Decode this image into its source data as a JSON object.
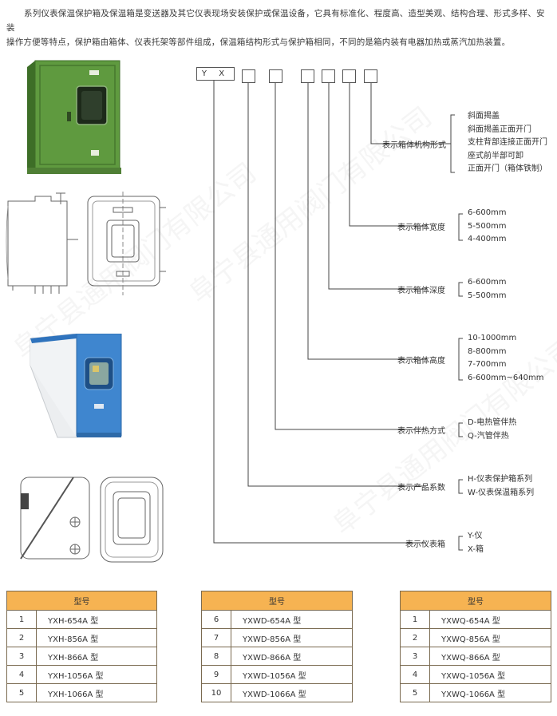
{
  "intro": {
    "line1": "系列仪表保温保护箱及保温箱是变送器及其它仪表现场安装保护或保温设备，它具有标准化、程度高、造型美观、结构合理、形式多样、安装",
    "line2": "操作方便等特点，保护箱由箱体、仪表托架等部件组成，保温箱结构形式与保护箱相同，不同的是箱内装有电器加热或蒸汽加热装置。"
  },
  "watermark": "阜宁县通用阀门有限公司",
  "code": {
    "prefix": "Y X"
  },
  "legend": [
    {
      "label": "表示箱体机构形式",
      "options": [
        "斜面揭盖",
        "斜面揭盖正面开门",
        "支柱背部连接正面开门",
        "座式前半部可卸",
        "正面开门（箱体铁制）"
      ]
    },
    {
      "label": "表示箱体宽度",
      "options": [
        "6-600mm",
        "5-500mm",
        "4-400mm"
      ]
    },
    {
      "label": "表示箱体深度",
      "options": [
        "6-600mm",
        "5-500mm"
      ]
    },
    {
      "label": "表示箱体高度",
      "options": [
        "10-1000mm",
        "8-800mm",
        "7-700mm",
        "6-600mm~640mm"
      ]
    },
    {
      "label": "表示伴热方式",
      "options": [
        "D-电热管伴热",
        "Q-汽管伴热"
      ]
    },
    {
      "label": "表示产品系数",
      "options": [
        "H-仪表保护箱系列",
        "W-仪表保温箱系列"
      ]
    },
    {
      "label": "表示仪表箱",
      "options": [
        "Y-仪",
        "X-箱"
      ]
    }
  ],
  "tables": [
    {
      "header": "型号",
      "rows": [
        [
          "1",
          "YXH-654A 型"
        ],
        [
          "2",
          "YXH-856A 型"
        ],
        [
          "3",
          "YXH-866A 型"
        ],
        [
          "4",
          "YXH-1056A 型"
        ],
        [
          "5",
          "YXH-1066A 型"
        ]
      ]
    },
    {
      "header": "型号",
      "rows": [
        [
          "6",
          "YXWD-654A 型"
        ],
        [
          "7",
          "YXWD-856A 型"
        ],
        [
          "8",
          "YXWD-866A 型"
        ],
        [
          "9",
          "YXWD-1056A 型"
        ],
        [
          "10",
          "YXWD-1066A 型"
        ]
      ]
    },
    {
      "header": "型号",
      "rows": [
        [
          "1",
          "YXWQ-654A 型"
        ],
        [
          "2",
          "YXWQ-856A 型"
        ],
        [
          "3",
          "YXWQ-866A 型"
        ],
        [
          "4",
          "YXWQ-1056A 型"
        ],
        [
          "5",
          "YXWQ-1066A 型"
        ]
      ]
    }
  ],
  "colors": {
    "header_bg": "#f6b352",
    "green_box": "#5f9a3f",
    "blue_box": "#3f86cf"
  }
}
